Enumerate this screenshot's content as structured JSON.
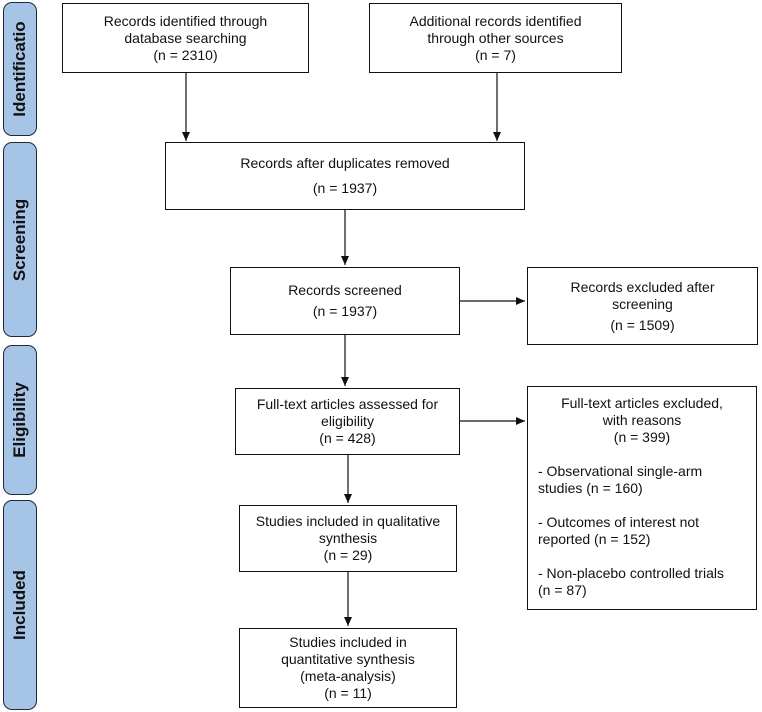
{
  "phases": {
    "identification": "Identificatio",
    "screening": "Screening",
    "eligibility": "Eligibility",
    "included": "Included"
  },
  "boxes": {
    "db_search": [
      "Records identified through",
      "database searching",
      "(n = 2310)"
    ],
    "other_sources": [
      "Additional records identified",
      "through other sources",
      "(n = 7)"
    ],
    "after_duplicates": [
      "Records after duplicates removed",
      "(n = 1937)"
    ],
    "screened": [
      "Records screened",
      "(n = 1937)"
    ],
    "excluded_screening": [
      "Records excluded after",
      "screening",
      "(n = 1509)"
    ],
    "fulltext_assessed": [
      "Full-text articles assessed for",
      "eligibility",
      "(n = 428)"
    ],
    "fulltext_excluded": {
      "header": [
        "Full-text articles excluded,",
        "with reasons",
        "(n = 399)"
      ],
      "reason1": [
        "- Observational single-arm",
        "studies (n = 160)"
      ],
      "reason2": [
        "- Outcomes of interest not",
        "reported (n = 152)"
      ],
      "reason3": [
        "- Non-placebo controlled trials",
        "(n = 87)"
      ]
    },
    "qualitative": [
      "Studies included in qualitative",
      "synthesis",
      "(n = 29)"
    ],
    "quantitative": [
      "Studies included in",
      "quantitative synthesis",
      "(meta-analysis)",
      "(n = 11)"
    ]
  }
}
